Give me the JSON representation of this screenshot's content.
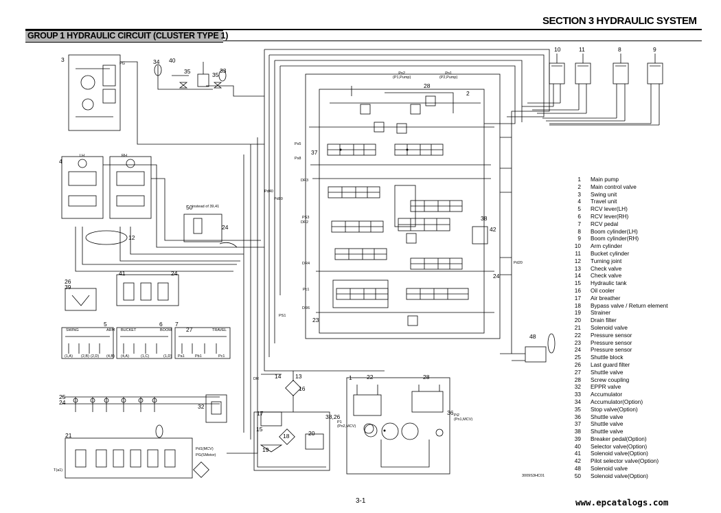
{
  "header": {
    "section_title": "SECTION 3 HYDRAULIC SYSTEM",
    "group_title": "GROUP 1 HYDRAULIC CIRCUIT (CLUSTER TYPE 1)"
  },
  "legend": [
    {
      "num": "1",
      "text": "Main pump"
    },
    {
      "num": "2",
      "text": "Main control valve"
    },
    {
      "num": "3",
      "text": "Swing unit"
    },
    {
      "num": "4",
      "text": "Travel unit"
    },
    {
      "num": "5",
      "text": "RCV lever(LH)"
    },
    {
      "num": "6",
      "text": "RCV lever(RH)"
    },
    {
      "num": "7",
      "text": "RCV pedal"
    },
    {
      "num": "8",
      "text": "Boom cylinder(LH)"
    },
    {
      "num": "9",
      "text": "Boom cylinder(RH)"
    },
    {
      "num": "10",
      "text": "Arm cylinder"
    },
    {
      "num": "11",
      "text": "Bucket cylinder"
    },
    {
      "num": "12",
      "text": "Turning joint"
    },
    {
      "num": "13",
      "text": "Check valve"
    },
    {
      "num": "14",
      "text": "Check valve"
    },
    {
      "num": "15",
      "text": "Hydraulic tank"
    },
    {
      "num": "16",
      "text": "Oil cooler"
    },
    {
      "num": "17",
      "text": "Air breather"
    },
    {
      "num": "18",
      "text": "Bypass valve / Return element"
    },
    {
      "num": "19",
      "text": "Strainer"
    },
    {
      "num": "20",
      "text": "Drain filter"
    },
    {
      "num": "21",
      "text": "Solenoid valve"
    },
    {
      "num": "22",
      "text": "Pressure sensor"
    },
    {
      "num": "23",
      "text": "Pressure sensor"
    },
    {
      "num": "24",
      "text": "Pressure sensor"
    },
    {
      "num": "25",
      "text": "Shuttle block"
    },
    {
      "num": "26",
      "text": "Last guard filter"
    },
    {
      "num": "27",
      "text": "Shuttle valve"
    },
    {
      "num": "28",
      "text": "Screw coupling"
    },
    {
      "num": "32",
      "text": "EPPR valve"
    },
    {
      "num": "33",
      "text": "Accumulator"
    },
    {
      "num": "34",
      "text": "Accumulator(Option)"
    },
    {
      "num": "35",
      "text": "Stop valve(Option)"
    },
    {
      "num": "36",
      "text": "Shuttle valve"
    },
    {
      "num": "37",
      "text": "Shuttle valve"
    },
    {
      "num": "38",
      "text": "Shuttle valve"
    },
    {
      "num": "39",
      "text": "Breaker pedal(Option)"
    },
    {
      "num": "40",
      "text": "Selector valve(Option)"
    },
    {
      "num": "41",
      "text": "Solenoid valve(Option)"
    },
    {
      "num": "42",
      "text": "Pilot selector valve(Option)"
    },
    {
      "num": "48",
      "text": "Solenoid valve"
    },
    {
      "num": "50",
      "text": "Solenoid valve(Option)"
    }
  ],
  "callouts": {
    "c1": "1",
    "c2": "2",
    "c3": "3",
    "c4": "4",
    "c5": "5",
    "c6": "6",
    "c7": "7",
    "c8": "8",
    "c9": "9",
    "c10": "10",
    "c11": "11",
    "c12": "12",
    "c13": "13",
    "c14": "14",
    "c15": "15",
    "c16": "16",
    "c17": "17",
    "c18": "18",
    "c19": "19",
    "c20": "20",
    "c21": "21",
    "c22": "22",
    "c23": "23",
    "c24a": "24",
    "c24b": "24",
    "c24c": "24",
    "c25_24": "25\n24",
    "c26_39": "26\n39",
    "c27": "27",
    "c28a": "28",
    "c28b": "28",
    "c32": "32",
    "c33": "33",
    "c34": "34",
    "c35a": "35",
    "c35b": "35",
    "c36": "36",
    "c37": "37",
    "c38": "38",
    "c38_26": "38,26",
    "c41": "41",
    "c42": "42",
    "c48": "48",
    "c50": "50",
    "c40": "40"
  },
  "labels": {
    "swing": "SWING",
    "arm": "ARM",
    "bucket": "BUCKET",
    "boom": "BOOM",
    "travel": "TRAVEL",
    "instead": "instead of 39,41",
    "pn2": "Pn2\n(P1,Pump)",
    "pn1": "Pn1\n(P2,Pump)",
    "pd40": "Pd40",
    "pd80": "Pd80",
    "pd20": "Pd20",
    "ps5": "Ps5",
    "ps8": "Ps8",
    "dr3": "DR3",
    "dr2": "DR2",
    "dr4": "DR4",
    "dr6": "DR6",
    "dr4b": "DR4",
    "ps1": "PS1",
    "ps3": "PS3",
    "pc1": "Pc1",
    "pa": "Pa",
    "pb": "Pb",
    "pd1": "Pd1(MCV)",
    "pg_smotor": "PG(SMotor)",
    "lh": "LH",
    "rh": "RH",
    "p1_mcv": "P1\n(Pn2,MCV)",
    "p2_mcv": "Pi2\n(Pn1,MCV)",
    "tank_t": "T(a1)",
    "swing_a": "(1,A)",
    "arm_a": "(2,B)",
    "arm_b": "(2,D)",
    "bkt_a": "(4,B)",
    "bkt_b": "(4,A)",
    "boom_a": "(1,C)",
    "boom_b": "(1,D)",
    "pa1": "Pa1",
    "pb1": "Pb1",
    "pc1b": "Pc1",
    "pg": "PG",
    "dr_m": "DR",
    "drawing_code": "3009S3HC01"
  },
  "footer": {
    "page_number": "3-1",
    "watermark": "www.epcatalogs.com"
  }
}
